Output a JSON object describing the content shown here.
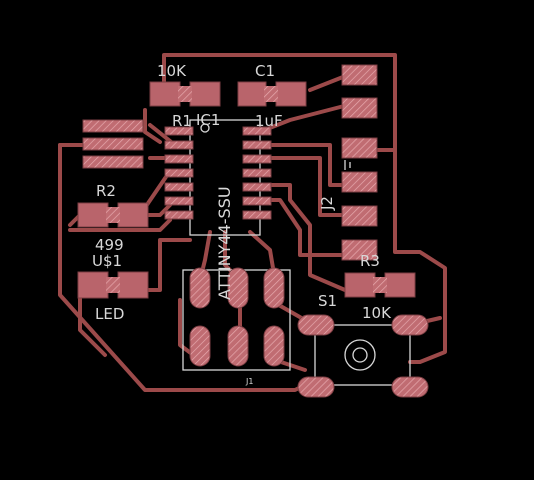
{
  "colors": {
    "background": "#000000",
    "trace": "#9c4a4a",
    "pad": "#b9646b",
    "silkscreen": "#d8d8d8"
  },
  "components": {
    "r1_value": "10K",
    "c1_name": "C1",
    "r1_name": "R1",
    "ic_name": "IC1",
    "c1_value": "1uF",
    "ic_value": "ATTINY44-SSU",
    "j2_name": "J2",
    "r2_name": "R2",
    "r2_value": "499",
    "led_name": "U$1",
    "led_value": "LED",
    "r3_name": "R3",
    "r3_value": "10K",
    "s1_name": "S1",
    "j1_name": "J1"
  }
}
